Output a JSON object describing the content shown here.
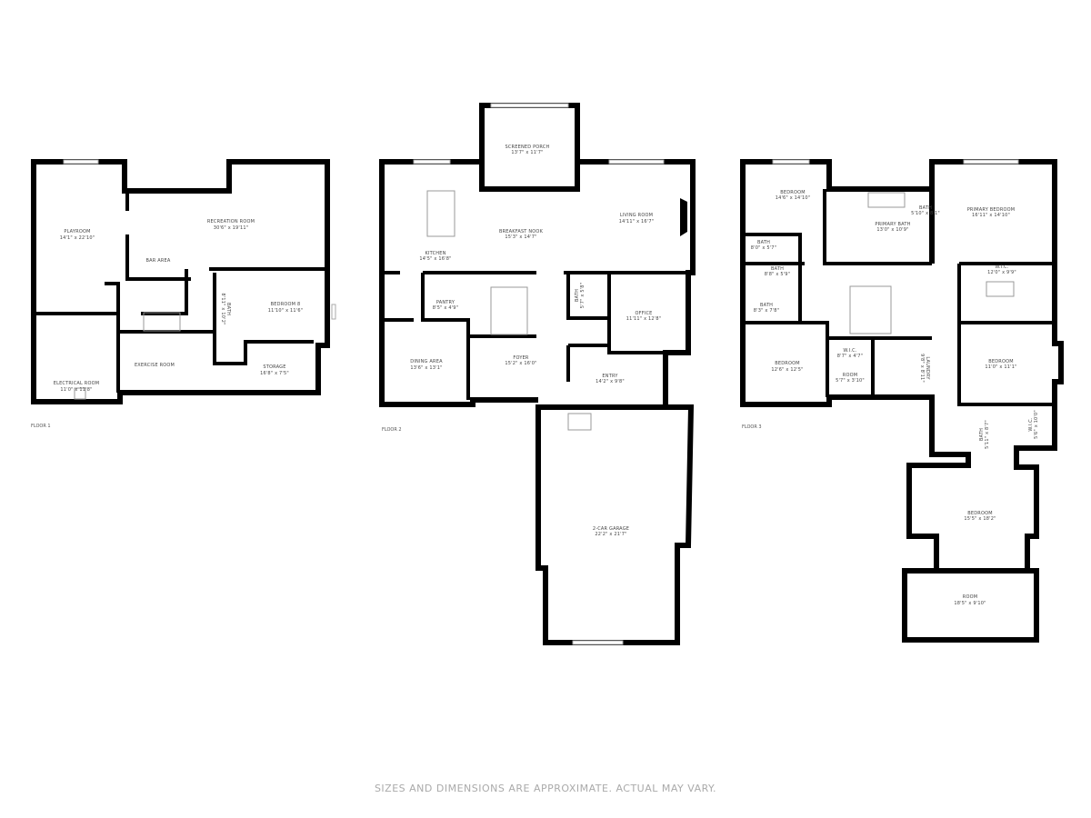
{
  "floors": [
    {
      "name": "FLOOR 1",
      "rooms": [
        {
          "name": "PLAYROOM",
          "dim": "14'1\" x 22'10\""
        },
        {
          "name": "RECREATION ROOM",
          "dim": "30'6\" x 19'11\""
        },
        {
          "name": "BAR AREA",
          "dim": ""
        },
        {
          "name": "BEDROOM 8",
          "dim": "11'10\" x 11'6\""
        },
        {
          "name": "BATH",
          "dim": "8'11\" x 10'2\""
        },
        {
          "name": "ELECTRICAL ROOM",
          "dim": "11'0\" x 11'8\""
        },
        {
          "name": "EXERCISE ROOM",
          "dim": ""
        },
        {
          "name": "STORAGE",
          "dim": "16'8\" x 7'5\""
        }
      ]
    },
    {
      "name": "FLOOR 2",
      "rooms": [
        {
          "name": "SCREENED PORCH",
          "dim": "13'7\" x 11'7\""
        },
        {
          "name": "KITCHEN",
          "dim": "14'5\" x 16'8\""
        },
        {
          "name": "BREAKFAST NOOK",
          "dim": "15'3\" x 14'7\""
        },
        {
          "name": "LIVING ROOM",
          "dim": "14'11\" x 16'7\""
        },
        {
          "name": "PANTRY",
          "dim": "8'5\" x 4'9\""
        },
        {
          "name": "BATH",
          "dim": "5'7\" x 5'8\""
        },
        {
          "name": "OFFICE",
          "dim": "11'11\" x 12'8\""
        },
        {
          "name": "DINING AREA",
          "dim": "13'6\" x 13'1\""
        },
        {
          "name": "FOYER",
          "dim": "15'2\" x 16'0\""
        },
        {
          "name": "ENTRY",
          "dim": "14'2\" x 9'8\""
        },
        {
          "name": "2-CAR GARAGE",
          "dim": "22'2\" x 21'7\""
        }
      ]
    },
    {
      "name": "FLOOR 3",
      "rooms": [
        {
          "name": "BEDROOM",
          "dim": "14'6\" x 14'10\""
        },
        {
          "name": "PRIMARY BATH",
          "dim": "13'0\" x 10'9\""
        },
        {
          "name": "BATH",
          "dim": "5'10\" x 8'1\""
        },
        {
          "name": "PRIMARY BEDROOM",
          "dim": "16'11\" x 14'10\""
        },
        {
          "name": "BATH",
          "dim": "8'0\" x 5'7\""
        },
        {
          "name": "BATH",
          "dim": "8'8\" x 5'9\""
        },
        {
          "name": "BATH",
          "dim": "8'3\" x 7'8\""
        },
        {
          "name": "W.I.C.",
          "dim": "12'0\" x 9'9\""
        },
        {
          "name": "BEDROOM",
          "dim": "12'6\" x 12'5\""
        },
        {
          "name": "W.I.C.",
          "dim": "8'7\" x 4'7\""
        },
        {
          "name": "ROOM",
          "dim": "5'7\" x 3'10\""
        },
        {
          "name": "LAUNDRY",
          "dim": "9'8\" x 8'11\""
        },
        {
          "name": "BEDROOM",
          "dim": "11'0\" x 11'1\""
        },
        {
          "name": "BATH",
          "dim": "5'11\" x 8'7\""
        },
        {
          "name": "W.I.C.",
          "dim": "5'6\" x 10'0\""
        },
        {
          "name": "BEDROOM",
          "dim": "15'5\" x 18'2\""
        },
        {
          "name": "ROOM",
          "dim": "18'5\" x 9'10\""
        }
      ]
    }
  ],
  "footer": "SIZES AND DIMENSIONS ARE APPROXIMATE. ACTUAL MAY VARY."
}
